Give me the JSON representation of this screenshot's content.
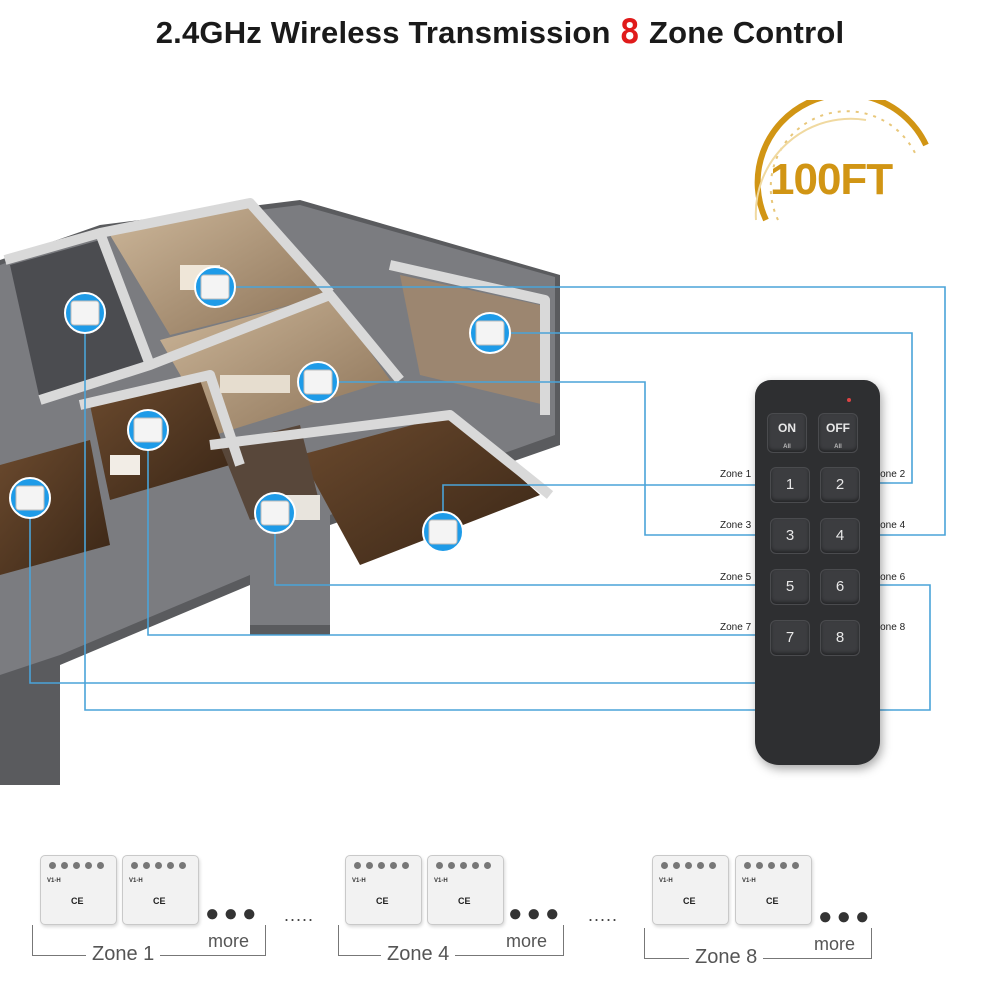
{
  "header": {
    "title_prefix": "2.4GHz Wireless Transmission",
    "title_number": "8",
    "title_suffix": "Zone Control"
  },
  "range_badge": {
    "text": "100FT"
  },
  "remote": {
    "on_label": "ON",
    "on_sub": "All",
    "off_label": "OFF",
    "off_sub": "All",
    "buttons": [
      "1",
      "2",
      "3",
      "4",
      "5",
      "6",
      "7",
      "8"
    ],
    "zone_labels": [
      "Zone 1",
      "Zone 2",
      "Zone 3",
      "Zone 4",
      "Zone 5",
      "Zone 6",
      "Zone 7",
      "Zone 8"
    ]
  },
  "modules": {
    "brand": "V1-H",
    "ce_mark": "CE",
    "groups": [
      {
        "zone_prefix": "Zone",
        "zone_number": "1",
        "more": "more",
        "dots": "●●●"
      },
      {
        "zone_prefix": "Zone",
        "zone_number": "4",
        "more": "more",
        "dots": "●●●"
      },
      {
        "zone_prefix": "Zone",
        "zone_number": "8",
        "more": "more",
        "dots": "●●●"
      }
    ],
    "ellipsis": "....."
  },
  "colors": {
    "accent": "#e01b1b",
    "range": "#d19514",
    "wire": "#4aa3d8",
    "remote": "#2e2f31"
  }
}
